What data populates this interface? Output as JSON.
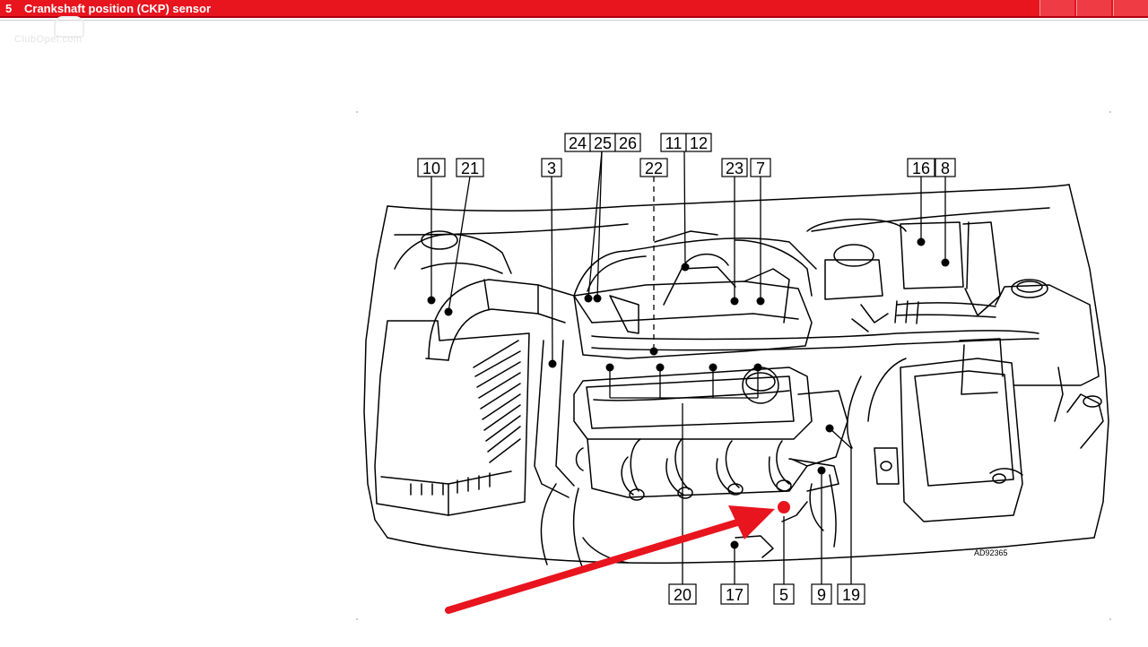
{
  "header": {
    "number": "5",
    "title": "Crankshaft position (CKP) sensor"
  },
  "watermark": "ClubOpel.com",
  "diagram": {
    "drawing_code": "AD92365",
    "callouts": {
      "c10": "10",
      "c21": "21",
      "c3": "3",
      "c24": "24",
      "c25": "25",
      "c26": "26",
      "c11": "11",
      "c12": "12",
      "c22": "22",
      "c23": "23",
      "c7": "7",
      "c16": "16",
      "c8": "8",
      "c20": "20",
      "c17": "17",
      "c5": "5",
      "c9": "9",
      "c19": "19"
    },
    "colors": {
      "highlight": "#e8141e",
      "ink": "#000000"
    }
  }
}
